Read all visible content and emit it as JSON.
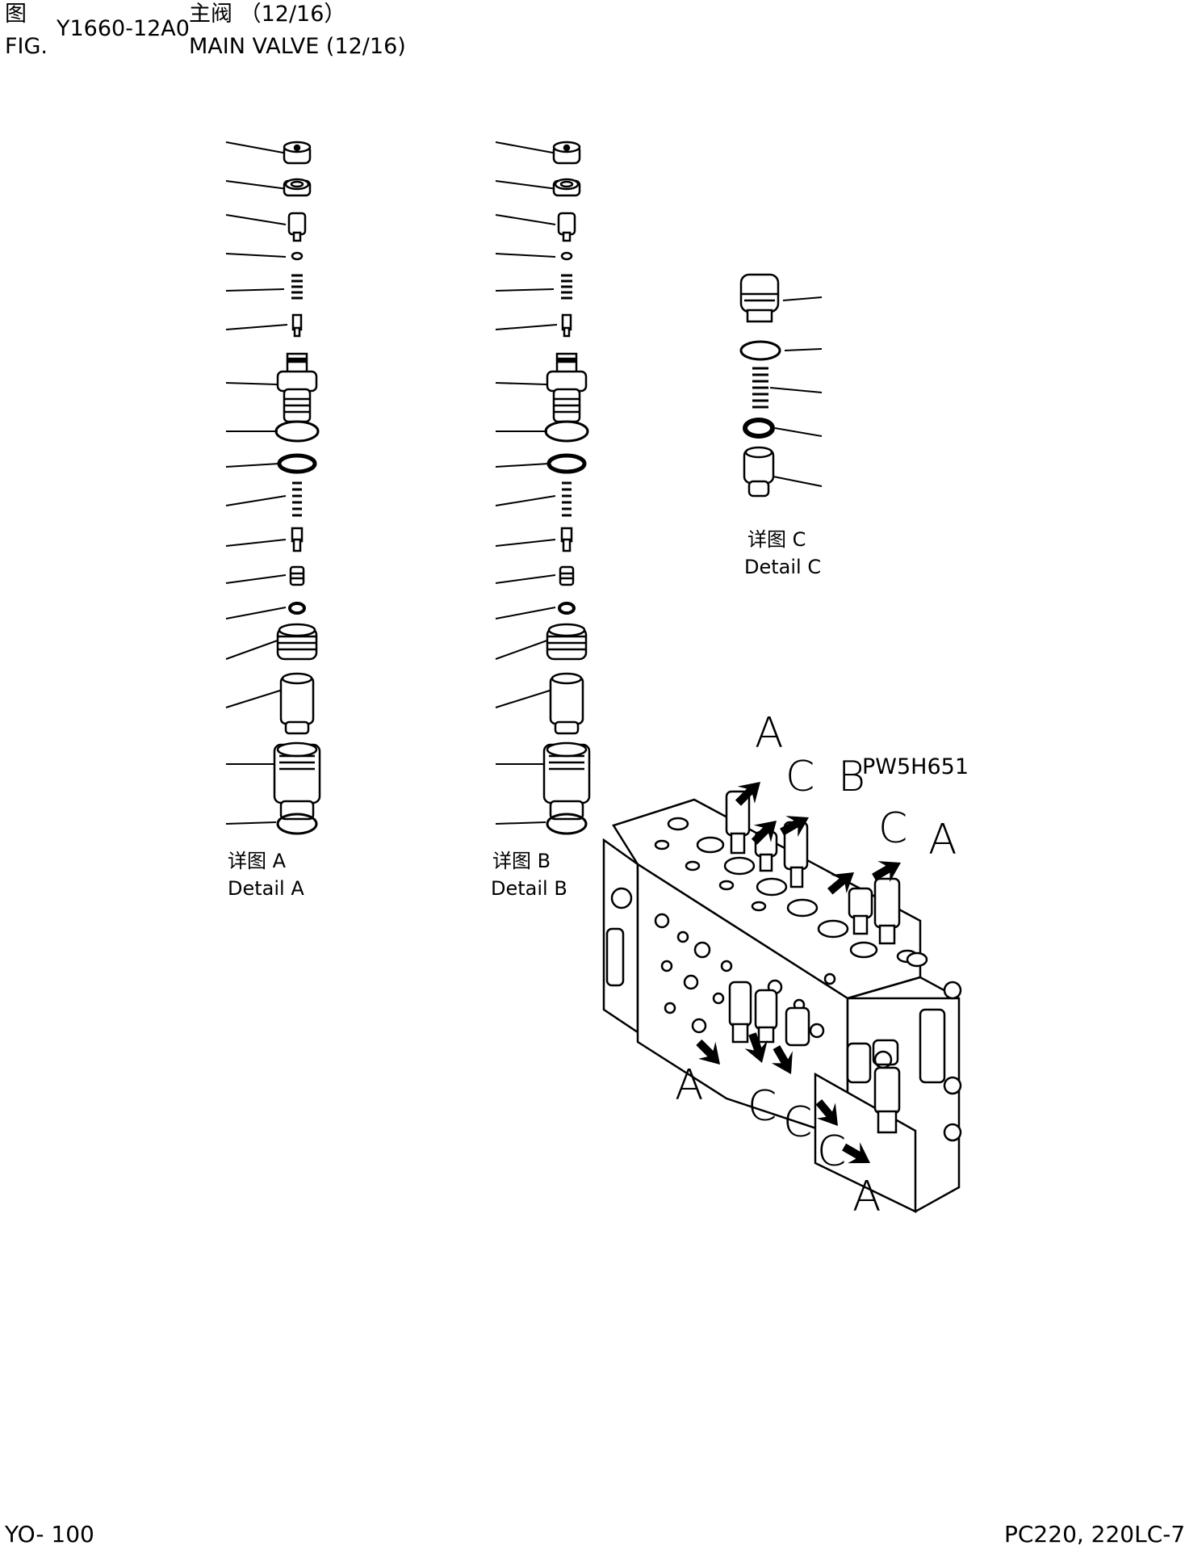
{
  "header": {
    "fig_cn": "图",
    "fig_en": "FIG.",
    "fig_number": "Y1660-12A0",
    "title_cn": "主阀 （12/16）",
    "title_en": "MAIN VALVE (12/16)"
  },
  "details": {
    "a": {
      "cn": "详图 A",
      "en": "Detail A"
    },
    "b": {
      "cn": "详图 B",
      "en": "Detail B"
    },
    "c": {
      "cn": "详图 C",
      "en": "Detail C"
    }
  },
  "assembly": {
    "code": "PW5H651",
    "callouts": [
      "A",
      "C",
      "B",
      "C",
      "A",
      "A",
      "C",
      "C",
      "C",
      "A"
    ]
  },
  "footer": {
    "page": "YO- 100",
    "model": "PC220, 220LC-7"
  }
}
